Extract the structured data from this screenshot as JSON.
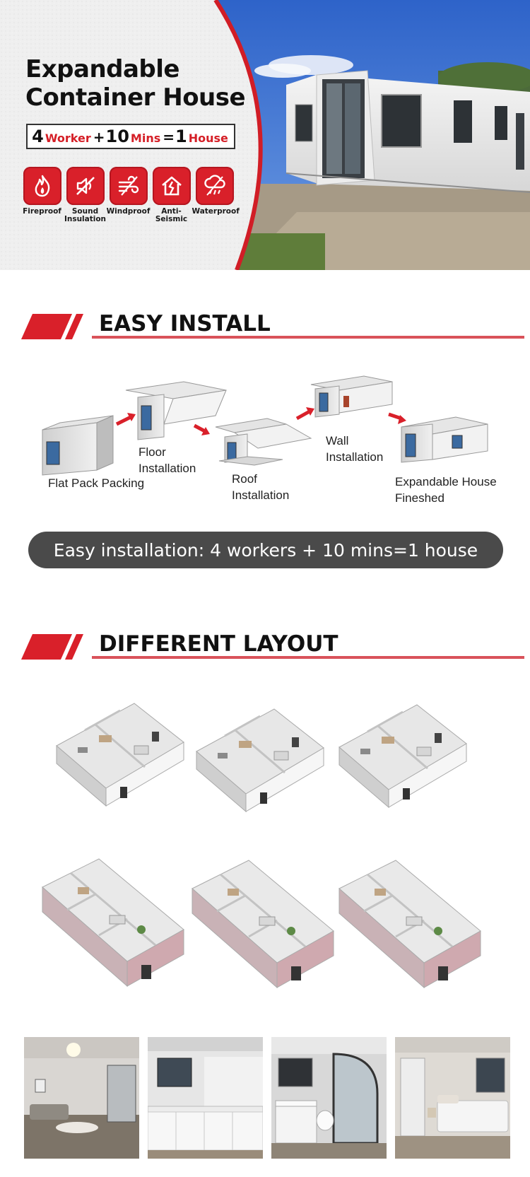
{
  "hero": {
    "title_line1": "Expandable",
    "title_line2": "Container House",
    "formula": {
      "workers_num": "4",
      "workers_unit": "Worker",
      "plus": "+",
      "mins_num": "10",
      "mins_unit": "Mins",
      "equals": "=",
      "house_num": "1",
      "house_unit": "House"
    },
    "features": [
      {
        "icon": "fire-icon",
        "label": "Fireproof"
      },
      {
        "icon": "sound-off-icon",
        "label": "Sound Insulation"
      },
      {
        "icon": "wind-icon",
        "label": "Windproof"
      },
      {
        "icon": "house-crack-icon",
        "label": "Anti-Seismic"
      },
      {
        "icon": "rain-cloud-icon",
        "label": "Waterproof"
      }
    ]
  },
  "install": {
    "heading": "EASY INSTALL",
    "steps": [
      {
        "label": "Flat Pack Packing"
      },
      {
        "label": "Floor Installation"
      },
      {
        "label": "Roof Installation"
      },
      {
        "label": "Wall Installation"
      },
      {
        "label": "Expandable House Fineshed"
      }
    ],
    "summary": "Easy installation: 4 workers + 10 mins=1 house"
  },
  "layouts": {
    "heading": "DIFFERENT LAYOUT"
  },
  "colors": {
    "accent_red": "#d9202a",
    "rule_red": "#d9525a",
    "pill_gray": "#4a4a4a"
  }
}
